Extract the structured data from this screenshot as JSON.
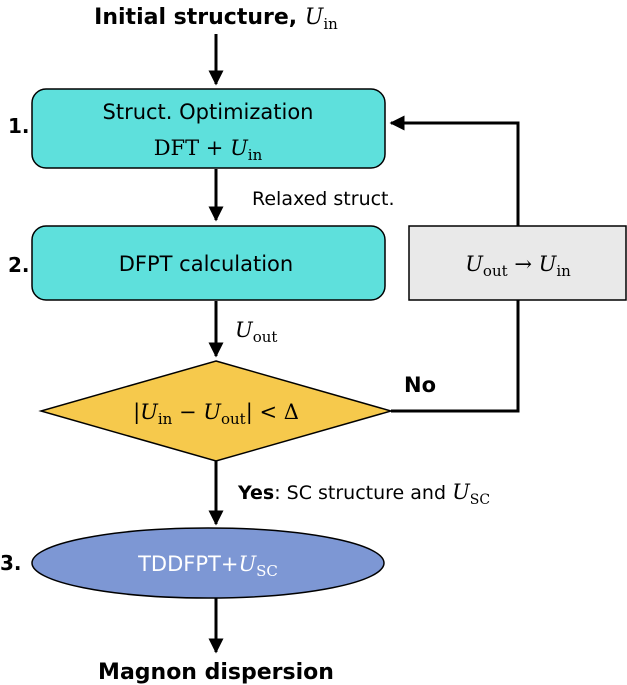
{
  "diagram": {
    "start": {
      "text": "Initial structure, ",
      "var": "U",
      "sub": "in"
    },
    "steps": [
      {
        "number": "1.",
        "line1": "Struct. Optimization",
        "line2_prefix": "DFT + ",
        "line2_var": "U",
        "line2_sub": "in"
      },
      {
        "number": "2.",
        "label": "DFPT calculation"
      },
      {
        "number": "3.",
        "prefix": "TDDFPT+",
        "var": "U",
        "sub": "SC"
      }
    ],
    "relaxed_label": "Relaxed struct.",
    "uout_label": {
      "var": "U",
      "sub": "out"
    },
    "decision": {
      "bar": "|",
      "var1": "U",
      "sub1": "in",
      "minus": " − ",
      "var2": "U",
      "sub2": "out",
      "tail": "| < Δ"
    },
    "update_box": {
      "var1": "U",
      "sub1": "out",
      "arrow": " → ",
      "var2": "U",
      "sub2": "in"
    },
    "no_label": "No",
    "yes_label": "Yes",
    "yes_rest": ": SC structure and ",
    "yes_var": "U",
    "yes_sub": "SC",
    "end": "Magnon dispersion",
    "colors": {
      "cyan": "#5ee0dc",
      "yellow": "#f6c94c",
      "blue": "#7d97d4",
      "gray": "#e9e9e9",
      "stroke": "#000000",
      "white": "#ffffff"
    }
  }
}
